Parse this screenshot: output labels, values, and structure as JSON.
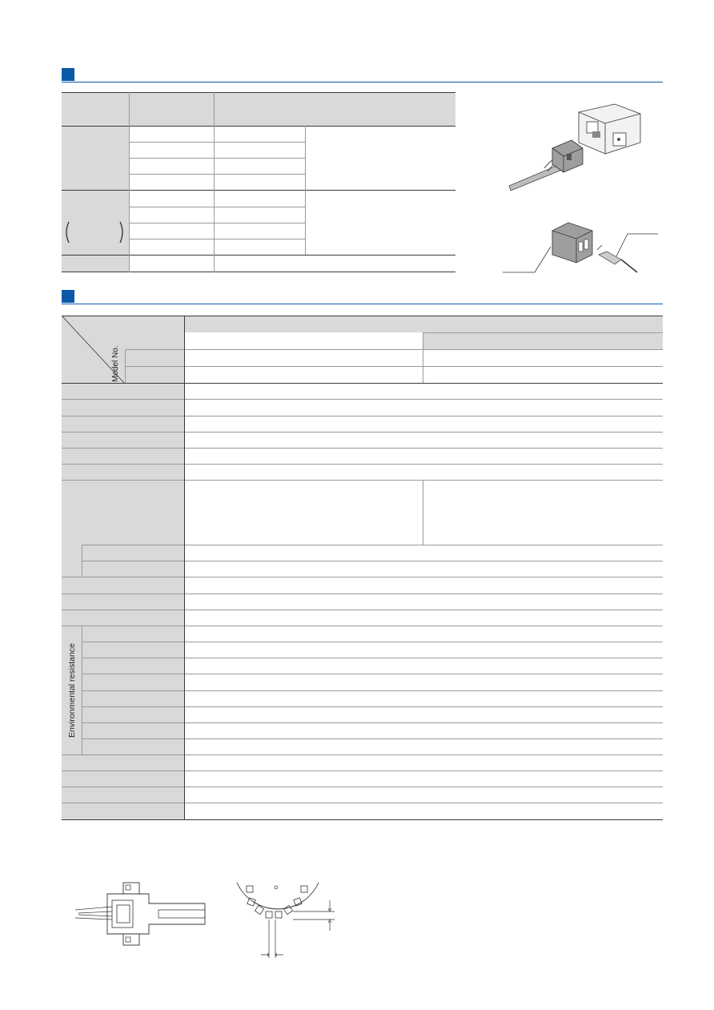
{
  "tables": {
    "specifications": {
      "model_header_label": "Model No.",
      "side_group_label": "Environmental resistance"
    }
  },
  "colors": {
    "accent": "#0a5aa8",
    "header_fill": "#d9d9d9",
    "rule": "#3a3a3a"
  },
  "icons": [
    "section-marker-icon",
    "sensor-with-connector-illustration",
    "connector-closeup-illustration",
    "sensor-outline-drawing",
    "slit-disk-drawing"
  ]
}
